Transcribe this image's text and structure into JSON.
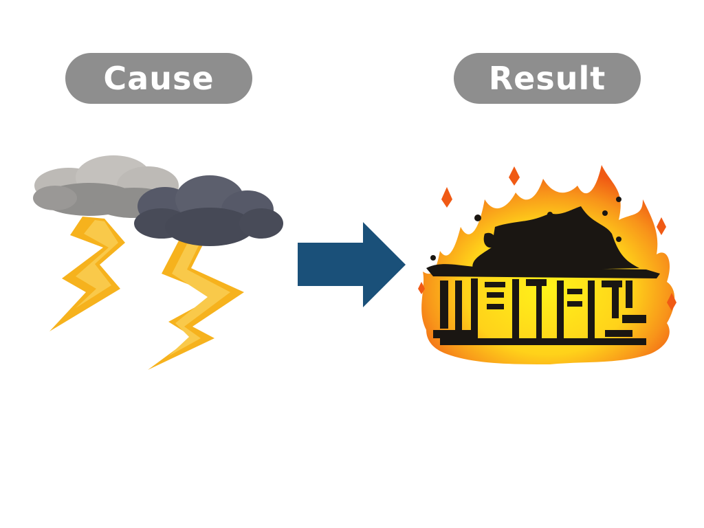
{
  "labels": {
    "cause": "Cause",
    "result": "Result"
  },
  "illustrations": {
    "cause": "thunderstorm-lightning",
    "result": "burning-house"
  },
  "colors": {
    "pill": "#8e8e8e",
    "pill_text": "#ffffff",
    "arrow": "#1a5079",
    "lightning": "#f6b21d",
    "cloud_light": "#bdbab6",
    "cloud_dark": "#4f5261",
    "fire_outer": "#f05a14",
    "fire_inner": "#fff21a",
    "char": "#1a1612"
  }
}
